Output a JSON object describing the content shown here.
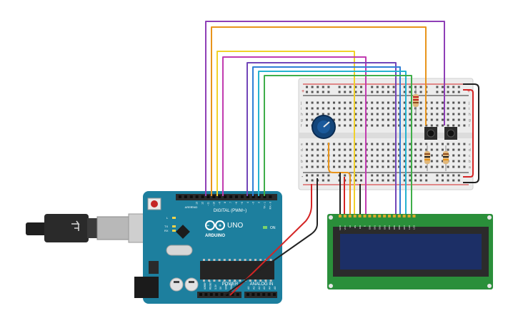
{
  "arduino": {
    "brand": "ARDUINO",
    "model": "UNO",
    "digital_header_label": "DIGITAL (PWM~)",
    "power_label": "POWER",
    "analog_label": "ANALOG IN",
    "on_label": "ON",
    "tx_label": "TX",
    "rx_label": "RX",
    "l_label": "L",
    "aref_label": "AREF",
    "gnd_label": "GND",
    "digital_pins": [
      "13",
      "12",
      "~11",
      "~10",
      "~9",
      "8",
      "7",
      "~6",
      "~5",
      "4",
      "~3",
      "2",
      "TX→1",
      "RX←0"
    ],
    "power_pins": [
      "IOREF",
      "RESET",
      "3.3V",
      "5V",
      "GND",
      "GND",
      "Vin"
    ],
    "analog_pins": [
      "A0",
      "A1",
      "A2",
      "A3",
      "A4",
      "A5"
    ]
  },
  "breadboard": {
    "plus_label": "+",
    "minus_label": "-",
    "row_letters": [
      "a",
      "b",
      "c",
      "d",
      "e",
      "f",
      "g",
      "h",
      "i",
      "j"
    ]
  },
  "lcd": {
    "pin_labels": [
      "GND",
      "VCC",
      "V0",
      "RS",
      "RW",
      "E",
      "DB0",
      "DB1",
      "DB2",
      "DB3",
      "DB4",
      "DB5",
      "DB6",
      "DB7",
      "LED",
      "LED"
    ]
  },
  "wire_colors": {
    "purple": "#8e3fb6",
    "orange": "#e8941c",
    "yellow": "#f1d12a",
    "magenta": "#c13bb0",
    "violet": "#7246b8",
    "blue": "#2f7fd6",
    "cyan": "#25b3d0",
    "green": "#3fae49",
    "red": "#d42424",
    "black": "#222222"
  },
  "board_colors": {
    "arduino": "#1d7f9e",
    "lcd_pcb": "#2a8f3a",
    "lcd_screen": "#1c2f66",
    "breadboard": "#ececec",
    "pot": "#13457a"
  }
}
